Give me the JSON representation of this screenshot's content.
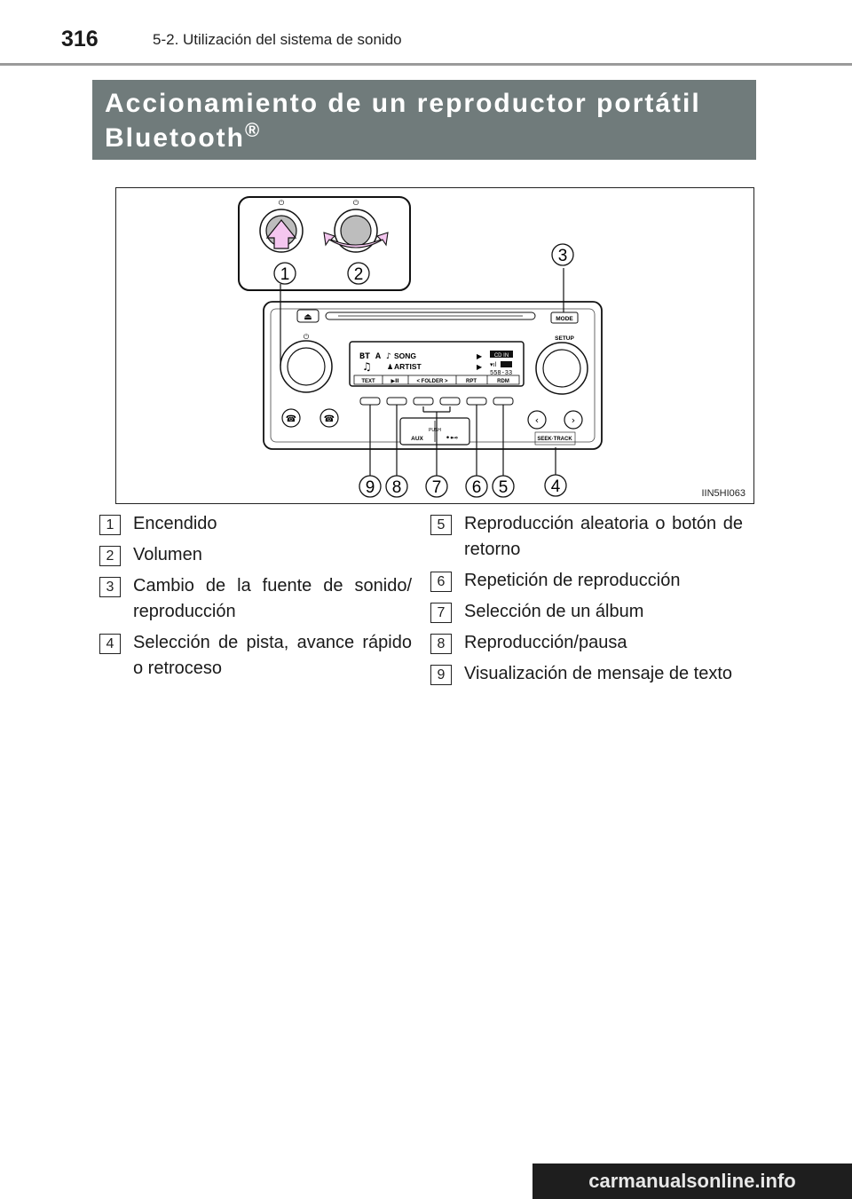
{
  "header": {
    "page_number": "316",
    "section": "5-2. Utilización del sistema de sonido"
  },
  "title": {
    "text": "Accionamiento de un reproductor portátil Bluetooth",
    "superscript": "®"
  },
  "figure": {
    "code": "IIN5HI063",
    "display": {
      "source": "BT A",
      "line1": "SONG",
      "line2": "ARTIST",
      "indicator": "CD IN",
      "clock": "558-33",
      "softkeys": [
        "TEXT",
        "▶II",
        "< FOLDER >",
        "RPT",
        "RDM"
      ]
    },
    "labels": {
      "mode": "MODE",
      "setup": "SETUP",
      "seek_track": "SEEK·TRACK",
      "aux": "AUX",
      "push": "PUSH"
    },
    "callouts": [
      "1",
      "2",
      "3",
      "4",
      "5",
      "6",
      "7",
      "8",
      "9"
    ]
  },
  "legend": {
    "left": [
      {
        "num": "1",
        "text": "Encendido"
      },
      {
        "num": "2",
        "text": "Volumen"
      },
      {
        "num": "3",
        "text": "Cambio de la fuente de sonido/ reproducción"
      },
      {
        "num": "4",
        "text": "Selección de pista, avance rápido o retroceso"
      }
    ],
    "right": [
      {
        "num": "5",
        "text": "Reproducción aleatoria o botón de retorno"
      },
      {
        "num": "6",
        "text": "Repetición de reproducción"
      },
      {
        "num": "7",
        "text": "Selección de un álbum"
      },
      {
        "num": "8",
        "text": "Reproducción/pausa"
      },
      {
        "num": "9",
        "text": "Visualización de mensaje de texto"
      }
    ]
  },
  "watermark": "carmanualsonline.info"
}
